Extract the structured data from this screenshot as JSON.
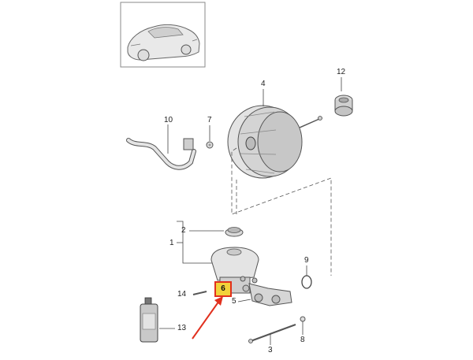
{
  "diagram": {
    "callouts": [
      {
        "id": "label-1",
        "text": "1"
      },
      {
        "id": "label-2",
        "text": "2"
      },
      {
        "id": "label-3",
        "text": "3"
      },
      {
        "id": "label-4",
        "text": "4"
      },
      {
        "id": "label-5",
        "text": "5"
      },
      {
        "id": "label-6",
        "text": "6"
      },
      {
        "id": "label-7",
        "text": "7"
      },
      {
        "id": "label-8",
        "text": "8"
      },
      {
        "id": "label-9",
        "text": "9"
      },
      {
        "id": "label-10",
        "text": "10"
      },
      {
        "id": "label-12",
        "text": "12"
      },
      {
        "id": "label-13",
        "text": "13"
      },
      {
        "id": "label-14",
        "text": "14"
      }
    ],
    "highlight": {
      "text": "6",
      "fill": "#f2d23a",
      "border": "#e1301e"
    },
    "arrow_color": "#e1301e"
  }
}
